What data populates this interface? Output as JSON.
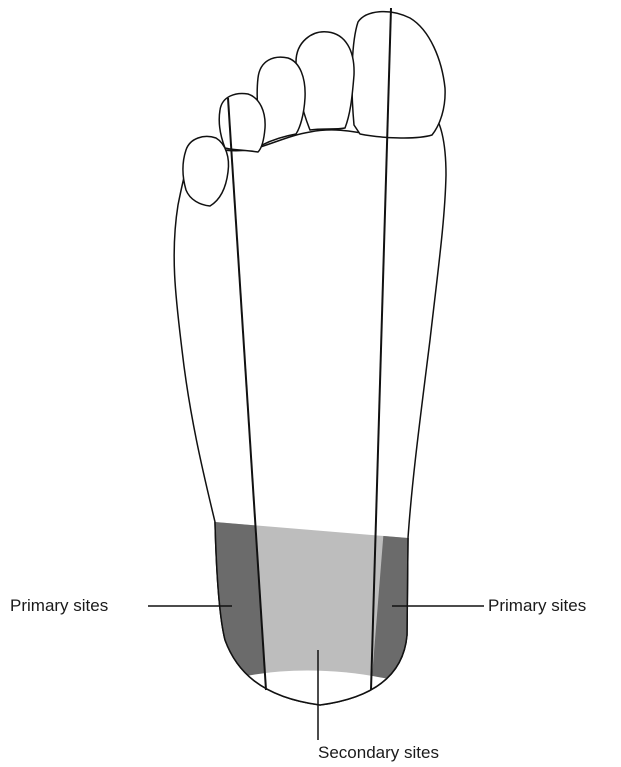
{
  "labels": {
    "primary_left": "Primary sites",
    "primary_right": "Primary sites",
    "secondary": "Secondary sites"
  },
  "colors": {
    "primary_region": "#6b6b6b",
    "secondary_region": "#bdbdbd",
    "outline": "#111111",
    "background": "#ffffff"
  }
}
